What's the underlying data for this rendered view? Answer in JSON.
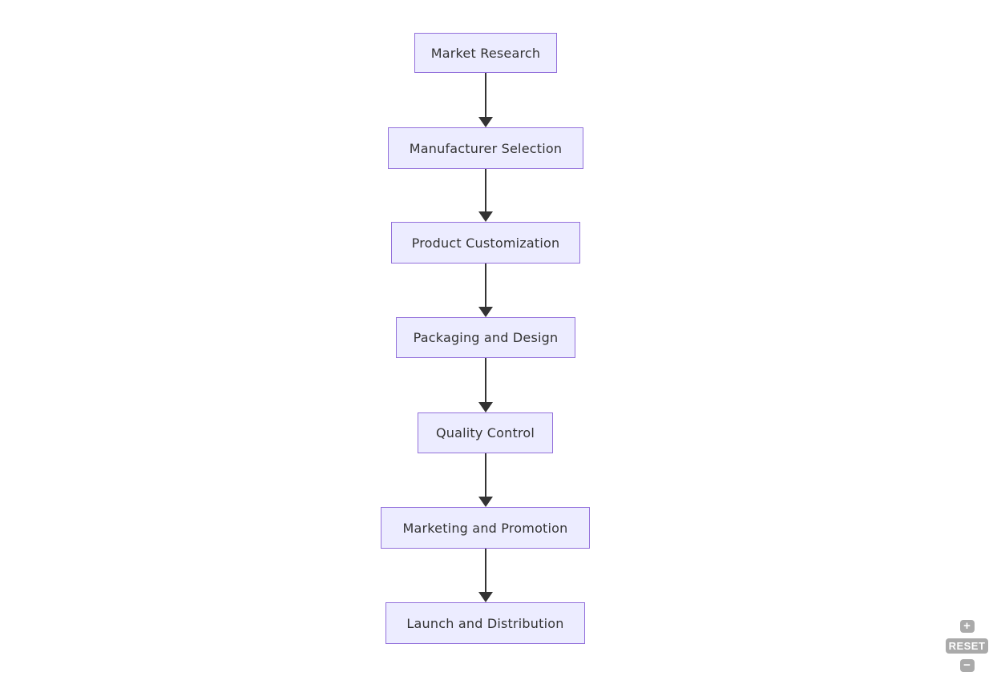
{
  "diagram": {
    "type": "flowchart",
    "direction": "top-down",
    "nodes": [
      {
        "id": "1",
        "label": "Market Research"
      },
      {
        "id": "2",
        "label": "Manufacturer Selection"
      },
      {
        "id": "3",
        "label": "Product Customization"
      },
      {
        "id": "4",
        "label": "Packaging and Design"
      },
      {
        "id": "5",
        "label": "Quality Control"
      },
      {
        "id": "6",
        "label": "Marketing and Promotion"
      },
      {
        "id": "7",
        "label": "Launch and Distribution"
      }
    ],
    "edges": [
      {
        "from": "Market Research",
        "to": "Manufacturer Selection"
      },
      {
        "from": "Manufacturer Selection",
        "to": "Product Customization"
      },
      {
        "from": "Product Customization",
        "to": "Packaging and Design"
      },
      {
        "from": "Packaging and Design",
        "to": "Quality Control"
      },
      {
        "from": "Quality Control",
        "to": "Marketing and Promotion"
      },
      {
        "from": "Marketing and Promotion",
        "to": "Launch and Distribution"
      }
    ],
    "colors": {
      "node_fill": "#ECECFF",
      "node_border": "#9370DB",
      "node_text": "#333333",
      "edge": "#333333"
    }
  },
  "controls": {
    "zoom_in_label": "+",
    "reset_label": "RESET",
    "zoom_out_label": "−",
    "button_background": "#AAAAAA",
    "button_text_color": "#FFFFFF"
  }
}
